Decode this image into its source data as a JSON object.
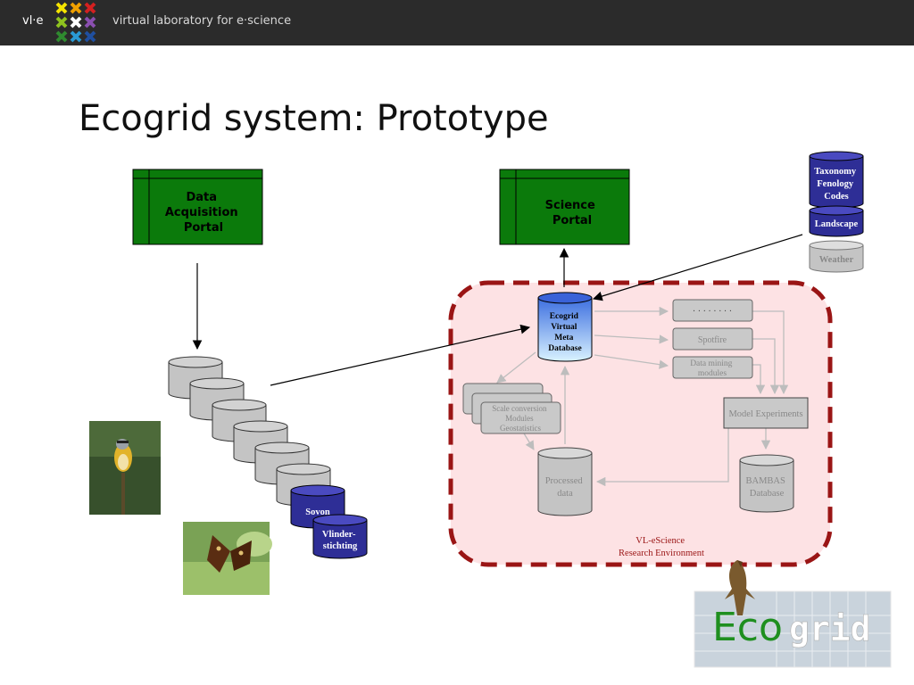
{
  "header": {
    "brand_short": "vl·e",
    "brand_long": "virtual laboratory for e·science"
  },
  "slide": {
    "title": "Ecogrid system: Prototype"
  },
  "portals": {
    "data_acquisition": [
      "Data",
      "Acquisition",
      "Portal"
    ],
    "science": [
      "Science",
      "Portal"
    ]
  },
  "databases": {
    "taxonomy": [
      "Taxonomy",
      "Fenology",
      "Codes"
    ],
    "landscape": "Landscape",
    "weather": "Weather",
    "ecogrid_vmd": [
      "Ecogrid",
      "Virtual",
      "Meta",
      "Database"
    ],
    "processed": [
      "Processed",
      "data"
    ],
    "bambas": [
      "BAMBAS",
      "Database"
    ],
    "sovon": "Sovon",
    "vlinderstichting": [
      "Vlinder-",
      "stichting"
    ]
  },
  "modules": {
    "dots": "· · · · · · · ·",
    "spotfire": "Spotfire",
    "data_mining": [
      "Data mining",
      "modules"
    ],
    "scale_conversion": [
      "Scale conversion",
      "Modules",
      "Geostatistics"
    ],
    "model_experiments": "Model Experiments"
  },
  "environment": {
    "label": [
      "VL-eScience",
      "Research Environment"
    ]
  },
  "logo": {
    "eco": "Eco",
    "grid": "grid"
  },
  "colors": {
    "portal_green": "#0b7a0b",
    "db_blue": "#2e2e96",
    "env_border": "#9a1515",
    "env_fill": "#fde2e4",
    "grey_db": "#c4c4c4"
  }
}
